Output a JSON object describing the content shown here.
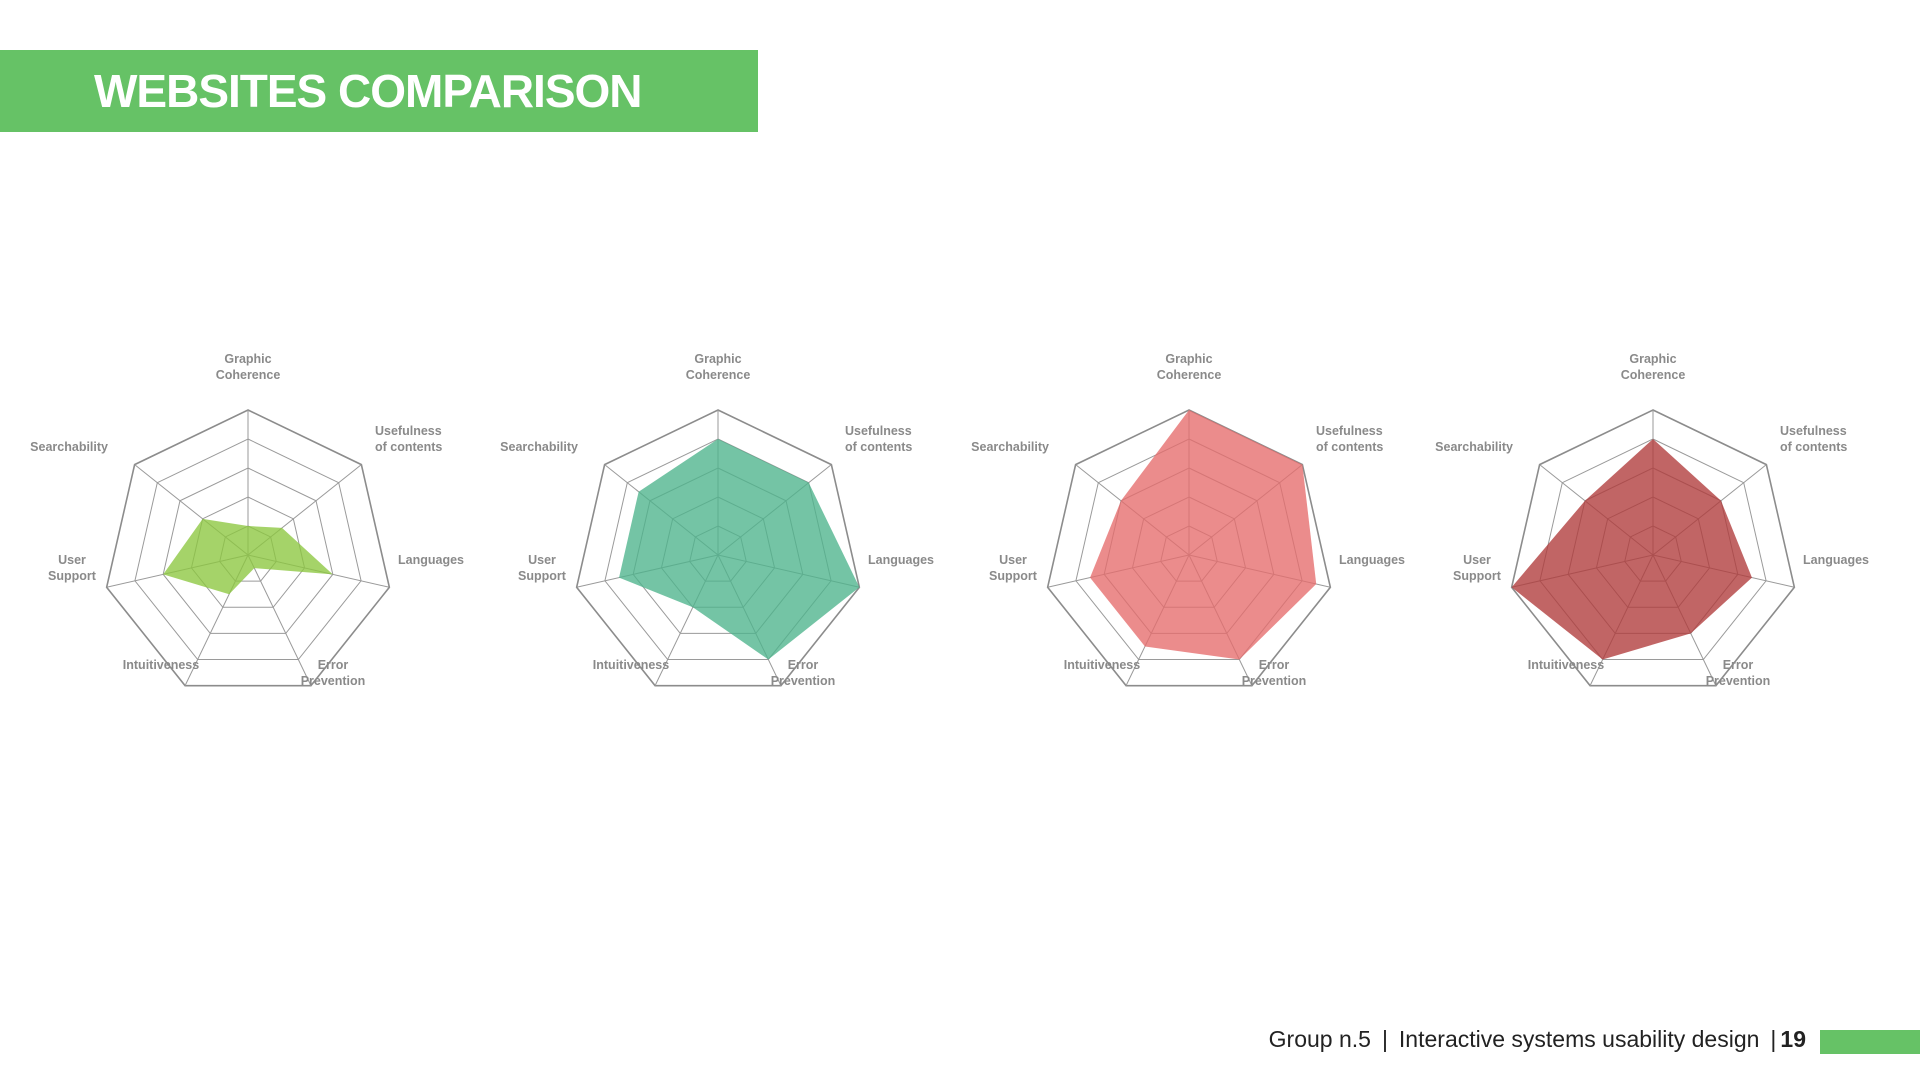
{
  "header": {
    "title": "WEBSITES COMPARISON"
  },
  "footer": {
    "group": "Group n.5",
    "separator": "|",
    "course": "Interactive systems usability design",
    "page_separator": "|",
    "page": "19"
  },
  "colors": {
    "brand_green": "#66c266"
  },
  "chart_data": [
    {
      "type": "radar",
      "axes": [
        "Graphic Coherence",
        "Usefulness of contents",
        "Languages",
        "Error Prevention",
        "Intuitiveness",
        "User Support",
        "Searchability"
      ],
      "rings": 5,
      "range": [
        0,
        5
      ],
      "grid": true,
      "color": "#8cc63f",
      "values": [
        1,
        1.5,
        3,
        0.5,
        1.5,
        3,
        2
      ]
    },
    {
      "type": "radar",
      "axes": [
        "Graphic Coherence",
        "Usefulness of contents",
        "Languages",
        "Error Prevention",
        "Intuitiveness",
        "User Support",
        "Searchability"
      ],
      "rings": 5,
      "range": [
        0,
        5
      ],
      "grid": true,
      "color": "#4db38c",
      "values": [
        4,
        4,
        5,
        4,
        2,
        3.5,
        3.5
      ]
    },
    {
      "type": "radar",
      "axes": [
        "Graphic Coherence",
        "Usefulness of contents",
        "Languages",
        "Error Prevention",
        "Intuitiveness",
        "User Support",
        "Searchability"
      ],
      "rings": 5,
      "range": [
        0,
        5
      ],
      "grid": true,
      "color": "#e56b6b",
      "values": [
        5,
        5,
        4.5,
        4,
        3.5,
        3.5,
        3
      ]
    },
    {
      "type": "radar",
      "axes": [
        "Graphic Coherence",
        "Usefulness of contents",
        "Languages",
        "Error Prevention",
        "Intuitiveness",
        "User Support",
        "Searchability"
      ],
      "rings": 5,
      "range": [
        0,
        5
      ],
      "grid": true,
      "color": "#b03a3a",
      "values": [
        4,
        3,
        3.5,
        3,
        4,
        5,
        3
      ]
    }
  ]
}
